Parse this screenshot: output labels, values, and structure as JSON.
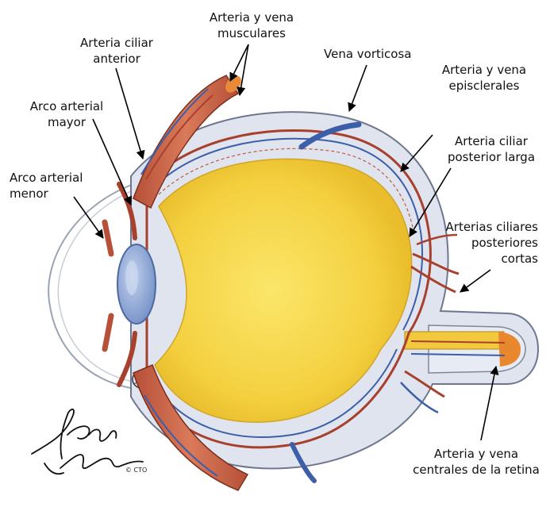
{
  "labels": {
    "arteria_vena_musculares": [
      "Arteria y  vena",
      "musculares"
    ],
    "arteria_ciliar_anterior": [
      "Arteria ciliar",
      "anterior"
    ],
    "vena_vorticosa": "Vena vorticosa",
    "arteria_vena_episclerales": [
      "Arteria y vena",
      "episclerales"
    ],
    "arco_arterial_mayor": [
      "Arco arterial",
      "mayor"
    ],
    "arteria_ciliar_posterior_larga": [
      "Arteria ciliar",
      "posterior larga"
    ],
    "arco_arterial_menor": [
      "Arco arterial",
      "menor"
    ],
    "arterias_ciliares_posteriores_cortas": [
      "Arterias ciliares",
      "posteriores",
      "cortas"
    ],
    "arteria_vena_centrales_retina": [
      "Arteria y vena",
      "centrales de la retina"
    ]
  },
  "signature": {
    "copyright": "© CTO"
  },
  "colors": {
    "vitreous": "#f6d74a",
    "sclera": "#dde3ee",
    "artery": "#a8402e",
    "vein": "#3d5ea8",
    "lens": "#8ea8d8",
    "muscle": "#c9664a"
  }
}
